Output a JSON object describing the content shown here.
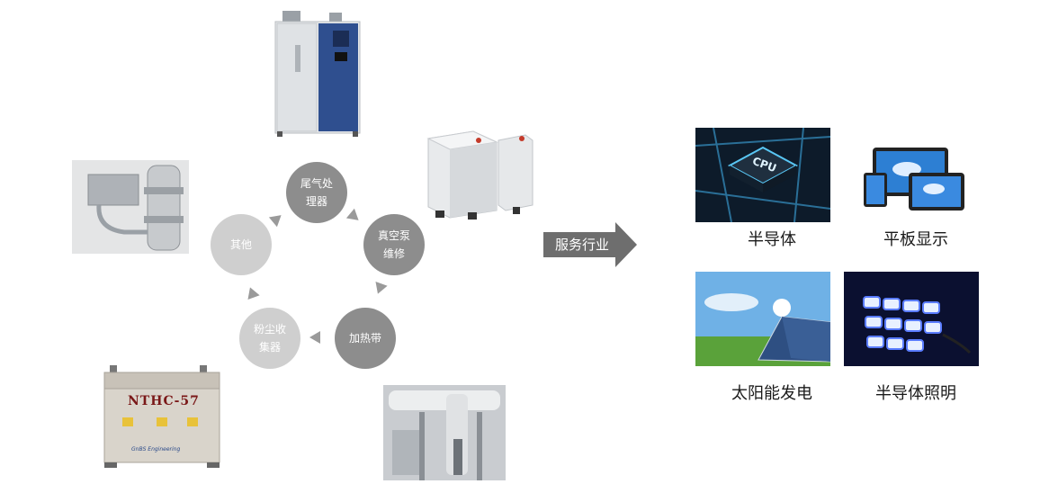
{
  "cycle": {
    "nodes": [
      {
        "id": "exhaust",
        "label": "尾气处\n理器"
      },
      {
        "id": "pump",
        "label": "真空泵\n维修"
      },
      {
        "id": "heating",
        "label": "加热带"
      },
      {
        "id": "dust",
        "label": "粉尘收\n集器"
      },
      {
        "id": "other",
        "label": "其他"
      }
    ]
  },
  "products": {
    "box_label": "NTHC-57",
    "box_brand": "GnBS Engineering"
  },
  "service": {
    "label": "服务行业"
  },
  "industries": [
    {
      "name": "半导体",
      "chip_text": "CPU"
    },
    {
      "name": "平板显示"
    },
    {
      "name": "太阳能发电"
    },
    {
      "name": "半导体照明"
    }
  ]
}
